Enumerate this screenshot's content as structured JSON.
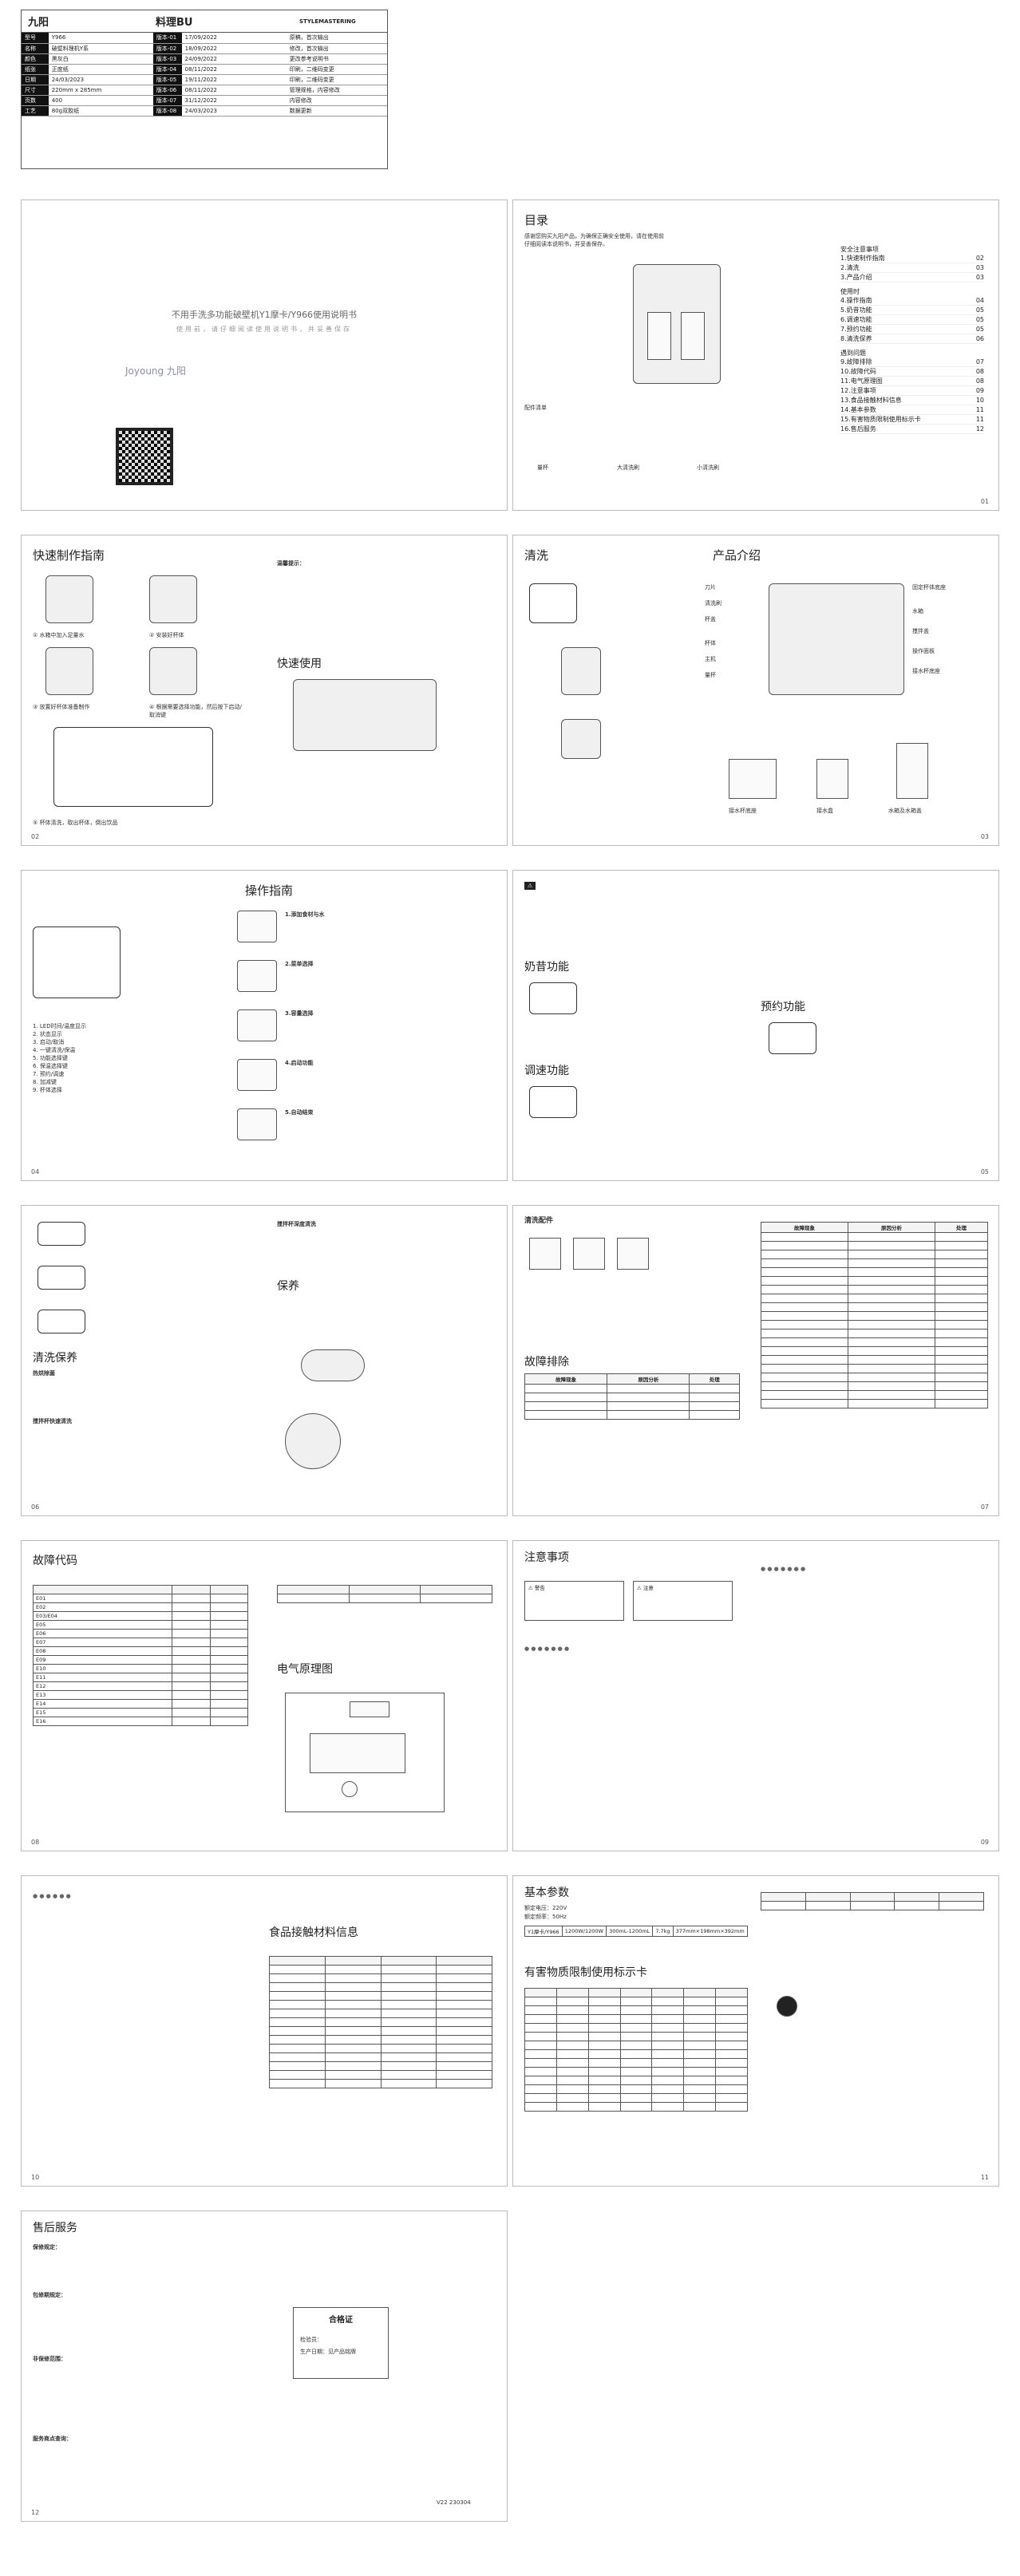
{
  "spec_card": {
    "brand": "九阳",
    "bu": "料理BU",
    "code": "STYLEMASTERING",
    "rows": [
      {
        "k": "型号",
        "v": "Y966",
        "k2": "版本-01",
        "v2": "17/09/2022",
        "v3": "原稿，首次输出"
      },
      {
        "k": "名称",
        "v": "破壁料理机Y系",
        "k2": "版本-02",
        "v2": "18/09/2022",
        "v3": "修改，首次输出"
      },
      {
        "k": "颜色",
        "v": "黑灰白",
        "k2": "版本-03",
        "v2": "24/09/2022",
        "v3": "更改参考说明书"
      },
      {
        "k": "纸张",
        "v": "正度纸",
        "k2": "版本-04",
        "v2": "08/11/2022",
        "v3": "印刷，二维码变更"
      },
      {
        "k": "日期",
        "v": "24/03/2023",
        "k2": "版本-05",
        "v2": "19/11/2022",
        "v3": "印刷，二维码变更"
      },
      {
        "k": "尺寸",
        "v": "220mm x 285mm",
        "k2": "版本-06",
        "v2": "08/11/2022",
        "v3": "管理规格，内容修改"
      },
      {
        "k": "页数",
        "v": "400",
        "k2": "版本-07",
        "v2": "31/12/2022",
        "v3": "内容修改"
      },
      {
        "k": "工艺",
        "v": "80g双胶纸",
        "k2": "版本-08",
        "v2": "24/03/2023",
        "v3": "数据更新"
      }
    ]
  },
  "cover": {
    "title": "不用手洗多功能破壁机Y1摩卡/Y966使用说明书",
    "subtitle": "使用前，请仔细阅读使用说明书，并妥善保存",
    "logo": "Joyoung 九阳"
  },
  "toc": {
    "heading": "目录",
    "intro": "感谢您购买九阳产品，为确保正确安全使用，请在使用前仔细阅读本说明书，并妥善保存。",
    "groups": [
      {
        "name": "安全注意事项",
        "items": [
          {
            "label": "1.快速制作指南",
            "page": "02"
          },
          {
            "label": "2.清洗",
            "page": "03"
          },
          {
            "label": "3.产品介绍",
            "page": "03"
          }
        ]
      },
      {
        "name": "使用时",
        "items": [
          {
            "label": "4.操作指南",
            "page": "04"
          },
          {
            "label": "5.奶昔功能",
            "page": "05"
          },
          {
            "label": "6.调速功能",
            "page": "05"
          },
          {
            "label": "7.预约功能",
            "page": "05"
          },
          {
            "label": "8.清洗保养",
            "page": "06"
          }
        ]
      },
      {
        "name": "遇到问题",
        "items": [
          {
            "label": "9.故障排除",
            "page": "07"
          },
          {
            "label": "10.故障代码",
            "page": "08"
          },
          {
            "label": "11.电气原理图",
            "page": "08"
          },
          {
            "label": "12.注意事项",
            "page": "09"
          },
          {
            "label": "13.食品接触材料信息",
            "page": "10"
          },
          {
            "label": "14.基本参数",
            "page": "11"
          },
          {
            "label": "15.有害物质限制使用标示卡",
            "page": "11"
          },
          {
            "label": "16.售后服务",
            "page": "12"
          }
        ]
      }
    ],
    "accessories_label": "配件清单",
    "accessories": [
      "量杯",
      "大清洗刷",
      "小清洗刷"
    ],
    "page": "01"
  },
  "quick": {
    "heading": "快速制作指南",
    "steps": [
      "①  水箱中加入足量水",
      "②  安装好杯体",
      "③  放置好杯体准备制作",
      "④  根据需要选择功能，然后按下启动/取消键",
      "⑤  杯体清洗，取出杯体，倒出饮品"
    ],
    "notice_title": "温馨提示：",
    "quick_use": "快速使用",
    "page": "02"
  },
  "clean": {
    "heading": "清洗",
    "intro_heading": "产品介绍",
    "parts": [
      "刀片",
      "清洗刷",
      "杯盖",
      "杯体",
      "主机",
      "量杯",
      "固定杯体底座",
      "水箱",
      "搅拌盖",
      "操作面板",
      "接水杯底座"
    ],
    "bottom_labels": [
      "接水杯底座",
      "接水盒",
      "水箱及水箱盖"
    ],
    "page": "03"
  },
  "operation": {
    "heading": "操作指南",
    "panel_items": [
      "1. LED时间/温度显示",
      "2. 状态显示",
      "3. 启动/取消",
      "4. 一键清洗/保温",
      "5. 功能选择键",
      "6. 保温选择键",
      "7. 预约/调速",
      "8. 加减键",
      "9. 杯体选择"
    ],
    "steps": [
      "1.添加食材与水",
      "2.菜单选择",
      "3.容量选择",
      "4.启动功能",
      "5.自动结束"
    ],
    "page": "04"
  },
  "shake": {
    "heading": "奶昔功能",
    "speed_heading": "调速功能",
    "reserve_heading": "预约功能",
    "page": "05"
  },
  "maint": {
    "heading": "清洗保养",
    "sub1": "热烘除菌",
    "sub2": "搅拌杯快速清洗",
    "deep": "搅拌杯深度清洗",
    "care": "保养",
    "page": "06"
  },
  "trouble": {
    "acc_heading": "清洗配件",
    "heading": "故障排除",
    "cols": [
      "故障现象",
      "原因分析",
      "处理"
    ],
    "page": "07"
  },
  "errors": {
    "heading": "故障代码",
    "codes": [
      "E01",
      "E02",
      "E03/E04",
      "E05",
      "E06",
      "E07",
      "E08",
      "E09",
      "E10",
      "E11",
      "E12",
      "E13",
      "E14",
      "E15",
      "E16"
    ],
    "circuit": "电气原理图",
    "page": "08"
  },
  "notes": {
    "heading": "注意事项",
    "warn": "警告",
    "caution": "注意",
    "page": "09"
  },
  "food": {
    "heading": "食品接触材料信息",
    "page": "10"
  },
  "params": {
    "heading": "基本参数",
    "rated_v": "额定电压：220V",
    "rated_f": "额定频率：50Hz",
    "model": "Y1摩卡/Y966",
    "power": "1200W/1200W",
    "capacity": "300mL-1200mL",
    "weight": "7.7kg",
    "size": "377mm×198mm×392mm",
    "hazard_heading": "有害物质限制使用标示卡",
    "page": "11"
  },
  "service": {
    "heading": "售后服务",
    "items": [
      "保修规定：",
      "包修期规定：",
      "非保修范围：",
      "服务商点查询："
    ],
    "cert_title": "合格证",
    "cert_lines": [
      "检验员：",
      "生产日期：见产品铭牌"
    ],
    "version": "V22 230304",
    "page": "12"
  }
}
